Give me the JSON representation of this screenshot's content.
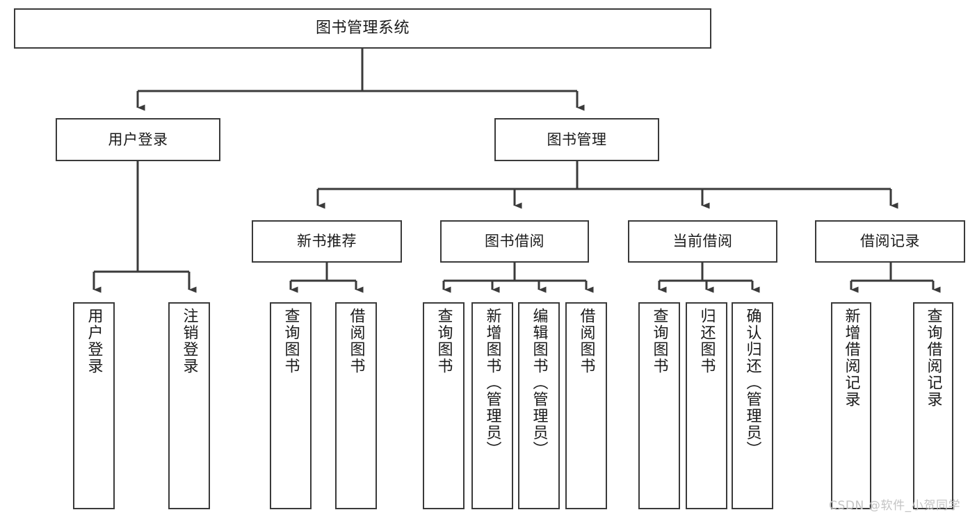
{
  "diagram": {
    "title": "图书管理系统",
    "watermark": "CSDN @软件_小贺同学",
    "colors": {
      "stroke": "#3a3a3a",
      "fill": "#ffffff",
      "text": "#1a1a1a",
      "watermark": "#c4c4c4"
    },
    "root": {
      "label": "图书管理系统"
    },
    "level2": [
      {
        "label": "用户登录"
      },
      {
        "label": "图书管理"
      }
    ],
    "level3": [
      {
        "label": "新书推荐"
      },
      {
        "label": "图书借阅"
      },
      {
        "label": "当前借阅"
      },
      {
        "label": "借阅记录"
      }
    ],
    "leaves": {
      "user_login": [
        {
          "label": "用户登录"
        },
        {
          "label": "注销登录"
        }
      ],
      "new_book_recommend": [
        {
          "label": "查询图书"
        },
        {
          "label": "借阅图书"
        }
      ],
      "book_borrow": [
        {
          "label": "查询图书"
        },
        {
          "label": "新增图书（管理员）"
        },
        {
          "label": "编辑图书（管理员）"
        },
        {
          "label": "借阅图书"
        }
      ],
      "current_borrow": [
        {
          "label": "查询图书"
        },
        {
          "label": "归还图书"
        },
        {
          "label": "确认归还（管理员）"
        }
      ],
      "borrow_record": [
        {
          "label": "新增借阅记录"
        },
        {
          "label": "查询借阅记录"
        }
      ]
    }
  }
}
